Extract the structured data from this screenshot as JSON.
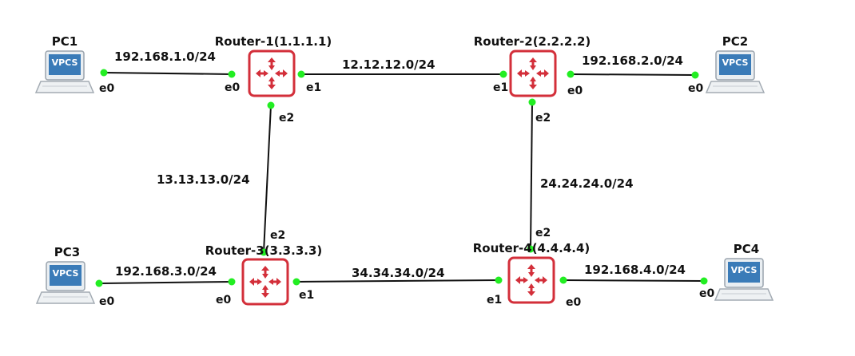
{
  "colors": {
    "router": "#d32f3a",
    "port": "#22ee22",
    "link": "#111111",
    "vpcs_screen": "#3a7bb8"
  },
  "routers": {
    "r1": {
      "label": "Router-1(1.1.1.1)",
      "icon": "router-icon"
    },
    "r2": {
      "label": "Router-2(2.2.2.2)",
      "icon": "router-icon"
    },
    "r3": {
      "label": "Router-3(3.3.3.3)",
      "icon": "router-icon"
    },
    "r4": {
      "label": "Router-4(4.4.4.4)",
      "icon": "router-icon"
    }
  },
  "pcs": {
    "pc1": {
      "label": "PC1",
      "screen": "VPCS",
      "icon": "vpcs-computer-icon"
    },
    "pc2": {
      "label": "PC2",
      "screen": "VPCS",
      "icon": "vpcs-computer-icon"
    },
    "pc3": {
      "label": "PC3",
      "screen": "VPCS",
      "icon": "vpcs-computer-icon"
    },
    "pc4": {
      "label": "PC4",
      "screen": "VPCS",
      "icon": "vpcs-computer-icon"
    }
  },
  "links": {
    "pc1_r1": {
      "network": "192.168.1.0/24",
      "a_if": "e0",
      "b_if": "e0"
    },
    "r1_r2": {
      "network": "12.12.12.0/24",
      "a_if": "e1",
      "b_if": "e1"
    },
    "r2_pc2": {
      "network": "192.168.2.0/24",
      "a_if": "e0",
      "b_if": "e0"
    },
    "r1_r3": {
      "network": "13.13.13.0/24",
      "a_if": "e2",
      "b_if": "e2"
    },
    "r2_r4": {
      "network": "24.24.24.0/24",
      "a_if": "e2",
      "b_if": "e2"
    },
    "pc3_r3": {
      "network": "192.168.3.0/24",
      "a_if": "e0",
      "b_if": "e0"
    },
    "r3_r4": {
      "network": "34.34.34.0/24",
      "a_if": "e1",
      "b_if": "e1"
    },
    "r4_pc4": {
      "network": "192.168.4.0/24",
      "a_if": "e0",
      "b_if": "e0"
    }
  }
}
